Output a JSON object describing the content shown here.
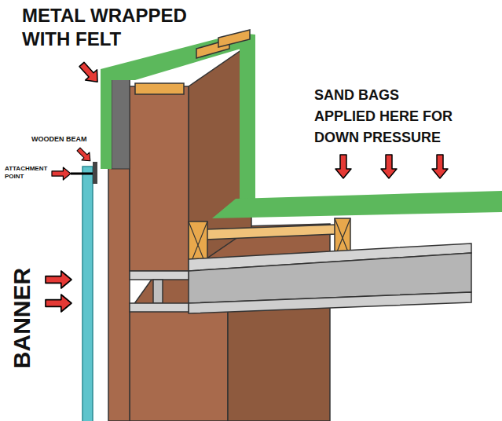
{
  "diagram": {
    "labels": [
      "METAL WRAPPED WITH FELT",
      "SAND BAGS APPLIED HERE FOR DOWN PRESSURE",
      "WOODEN BEAM",
      "ATTACHMENT POINT",
      "BANNER"
    ]
  }
}
